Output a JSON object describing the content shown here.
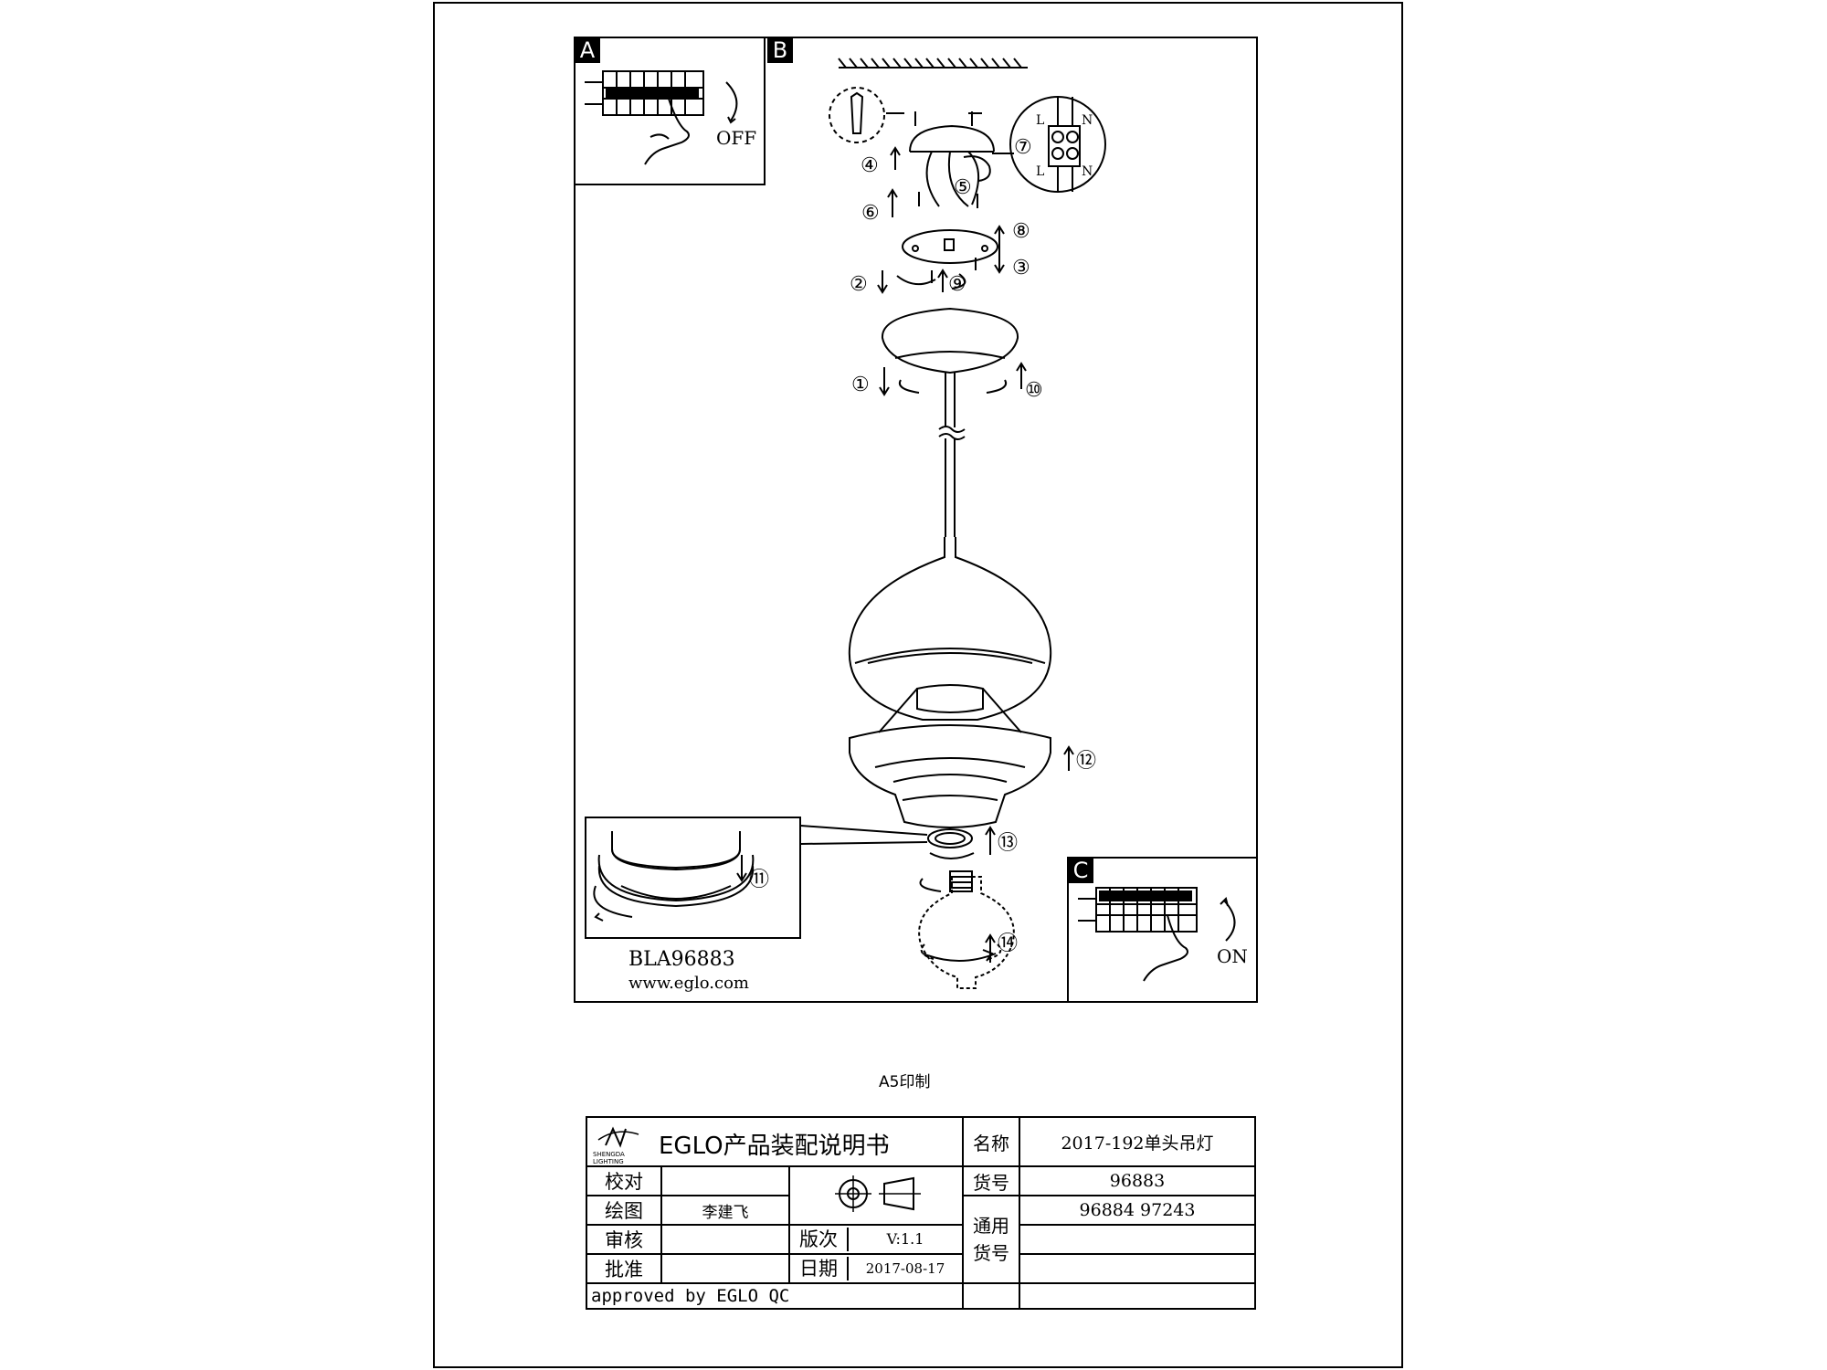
{
  "panels": {
    "a_tag": "A",
    "b_tag": "B",
    "c_tag": "C",
    "off_label": "OFF",
    "on_label": "ON"
  },
  "steps": [
    "①",
    "②",
    "③",
    "④",
    "⑤",
    "⑥",
    "⑦",
    "⑧",
    "⑨",
    "⑩",
    "⑪",
    "⑫",
    "⑬",
    "⑭"
  ],
  "terminal": {
    "l": "L",
    "n": "N"
  },
  "model": "BLA96883",
  "website": "www.eglo.com",
  "print_note": "A5印制",
  "title_block": {
    "logo_text": "SHENGDA LIGHTING",
    "title": "EGLO产品装配说明书",
    "name_label": "名称",
    "name_value": "2017-192单头吊灯",
    "check_label": "校对",
    "item_no_label": "货号",
    "item_no_value": "96883",
    "drawn_label": "绘图",
    "drawn_value": "李建飞",
    "common_label": "通用\n货号",
    "common_value": "96884 97243",
    "review_label": "审核",
    "version_label": "版次",
    "version_value": "V:1.1",
    "approve_label": "批准",
    "date_label": "日期",
    "date_value": "2017-08-17",
    "approved_by": "approved by EGLO QC"
  }
}
